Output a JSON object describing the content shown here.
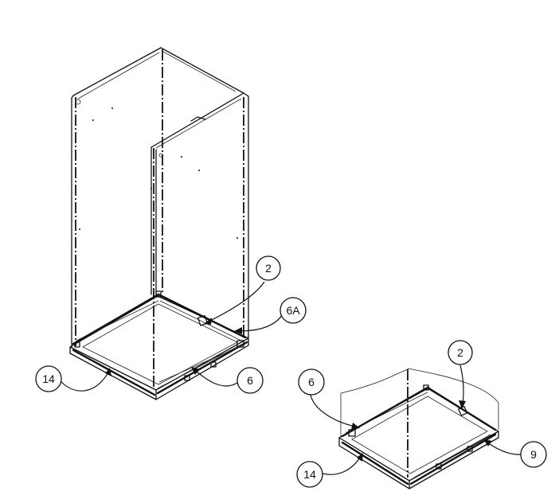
{
  "callouts": {
    "c2_top": "2",
    "c6a": "6A",
    "c14_left": "14",
    "c6_left": "6",
    "c6_right": "6",
    "c2_right": "2",
    "c14_right": "14",
    "c9": "9"
  }
}
